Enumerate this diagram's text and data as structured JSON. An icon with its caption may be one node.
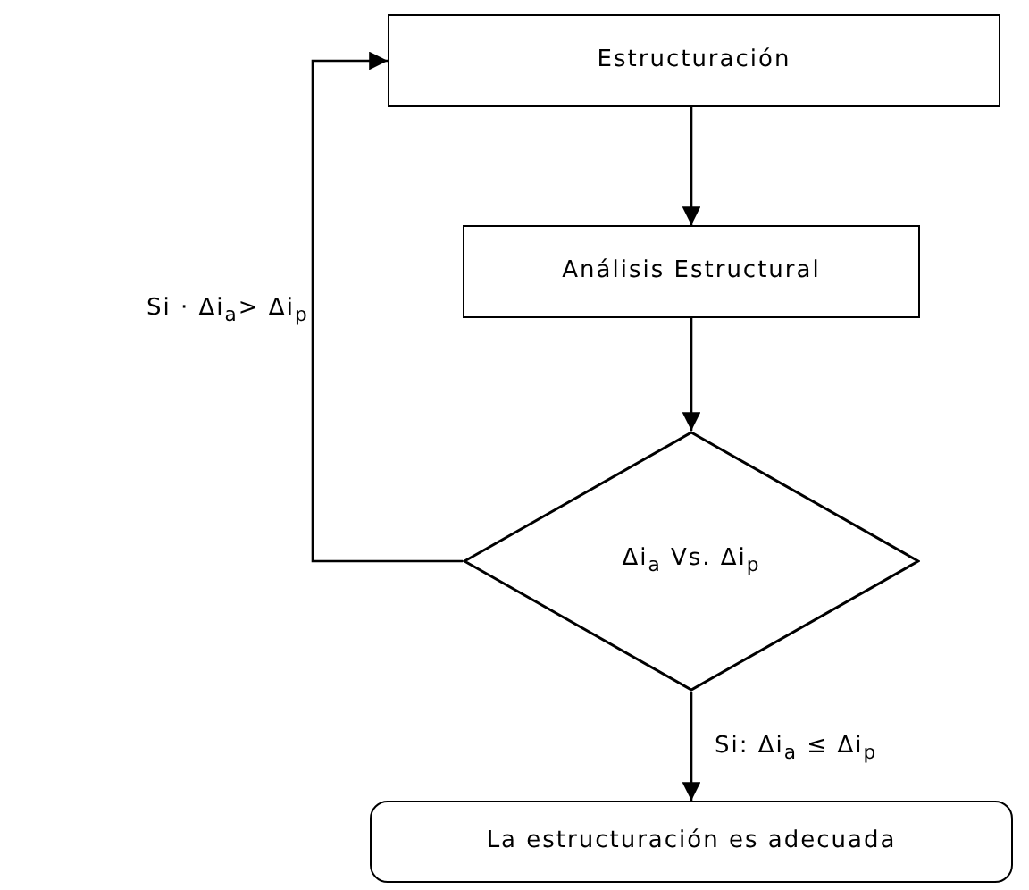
{
  "diagram": {
    "nodes": [
      {
        "text": [
          "Estructuración"
        ]
      },
      {
        "text": [
          "Análisis Estructural"
        ]
      },
      {
        "text": [
          "Δi$_{a}$ Vs. Δi$_{p}$"
        ]
      },
      {
        "text": [
          "La estructuración es adecuada"
        ]
      }
    ],
    "edges": [
      {
        "from": 0,
        "to": 1,
        "arrow": "to"
      },
      {
        "from": 1,
        "to": 2,
        "arrow": "to"
      },
      {
        "from": 2,
        "to": 3,
        "arrow": "to",
        "label": "Si: Δi$_{a}$ ≤ Δi$_{p}$"
      },
      {
        "from": 2,
        "to": 0,
        "arrow": "to",
        "label": "Si · Δi$_{a}$> Δi$_{p}$"
      }
    ]
  }
}
